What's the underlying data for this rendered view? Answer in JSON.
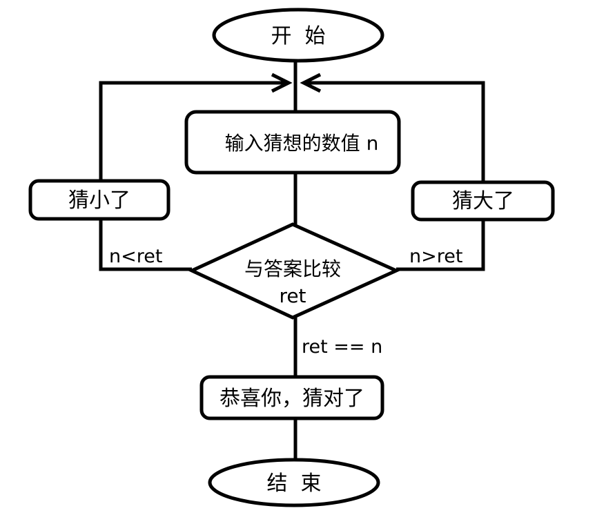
{
  "nodes": {
    "start": {
      "label": "开  始"
    },
    "input": {
      "label": "输入猜想的数值 n"
    },
    "compare": {
      "line1": "与答案比较",
      "line2": "ret"
    },
    "too_small": {
      "label": "猜小了"
    },
    "too_big": {
      "label": "猜大了"
    },
    "correct": {
      "label": "恭喜你，猜对了"
    },
    "end": {
      "label": "结  束"
    }
  },
  "edges": {
    "less": {
      "label": "n<ret"
    },
    "greater": {
      "label": "n>ret"
    },
    "equal": {
      "label": "ret == n"
    }
  },
  "colors": {
    "stroke": "#000000",
    "fill": "#ffffff"
  }
}
